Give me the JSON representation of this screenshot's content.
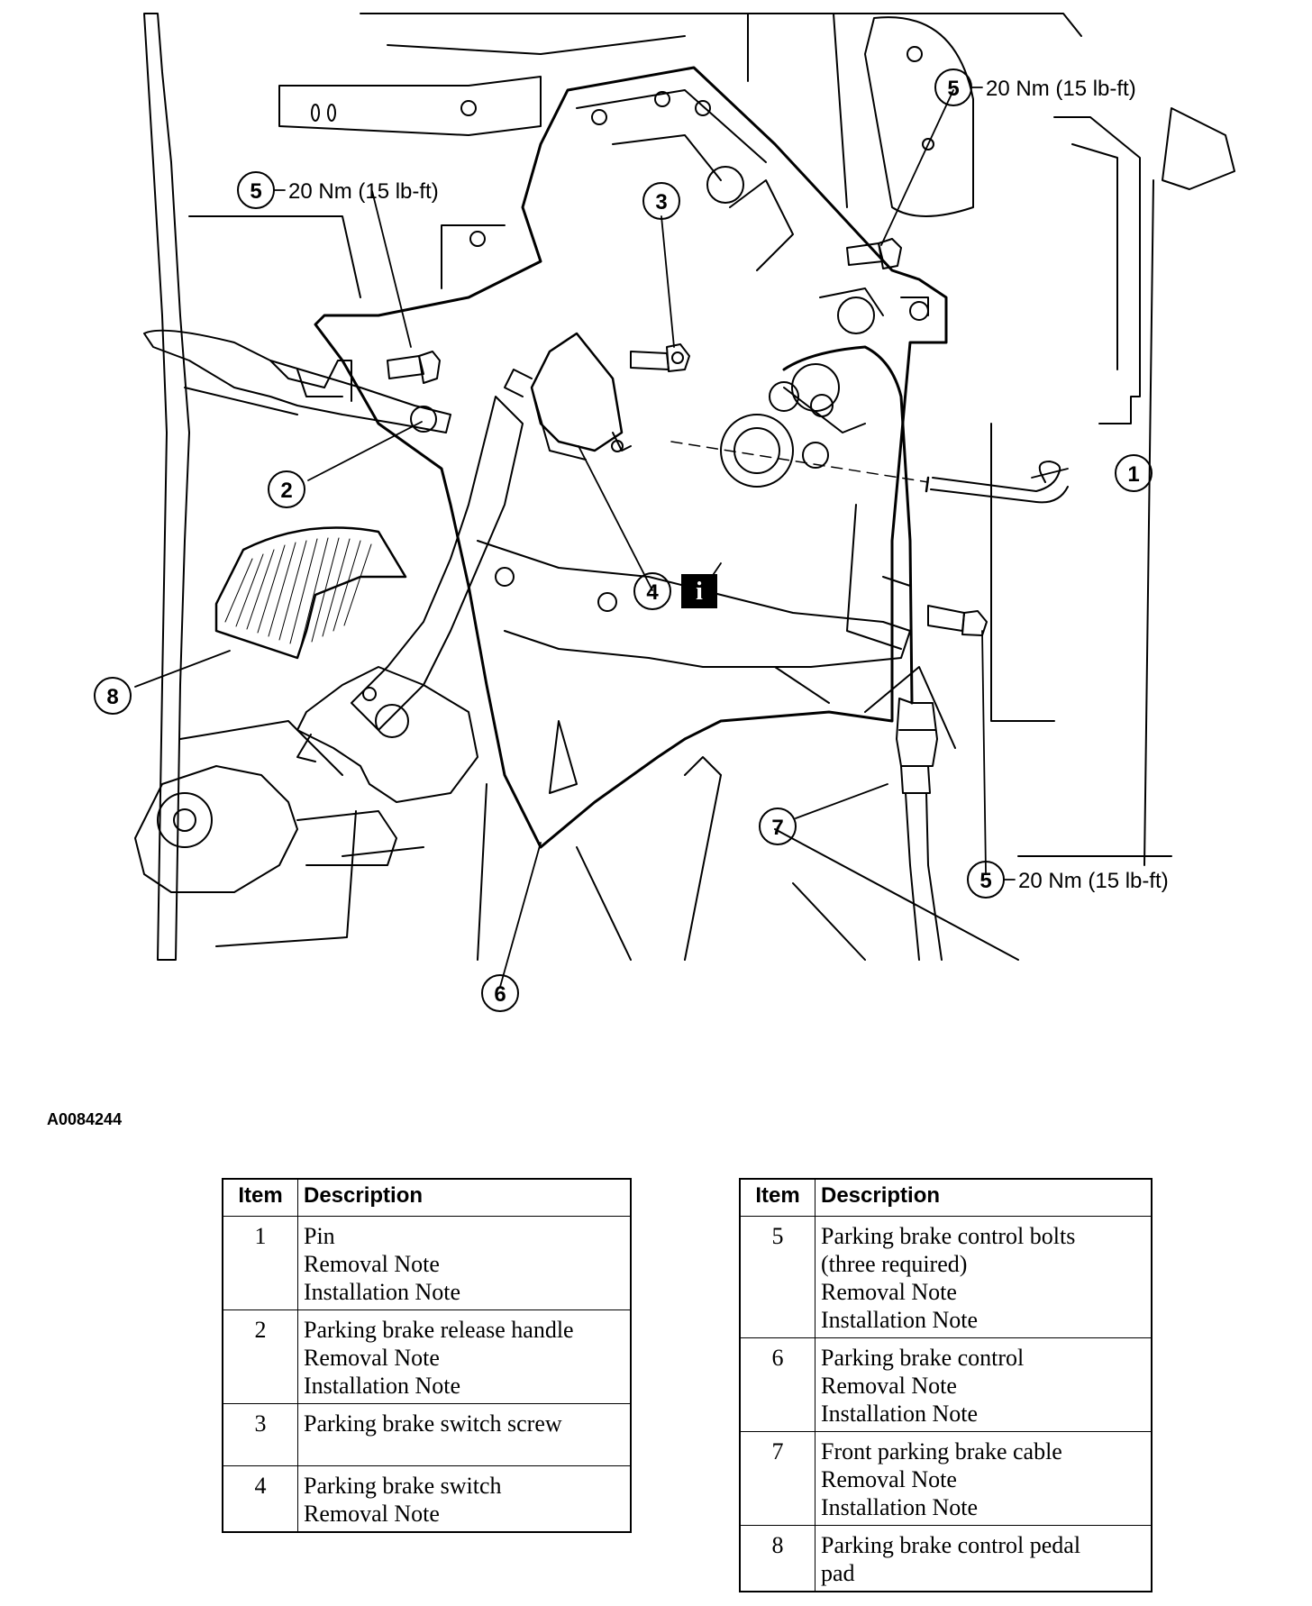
{
  "diagram": {
    "callouts": {
      "pin": "1",
      "release_handle": "2",
      "switch_screw": "3",
      "switch": "4",
      "bolts": "5",
      "control": "6",
      "cable": "7",
      "pedal_pad": "8"
    },
    "torque_spec": "20 Nm (15 lb-ft)",
    "info_icon_glyph": "i",
    "figure_id": "A0084244"
  },
  "tables": {
    "header_item": "Item",
    "header_description": "Description",
    "left": [
      {
        "item": "1",
        "lines": [
          "Pin",
          "Removal Note",
          "Installation Note"
        ]
      },
      {
        "item": "2",
        "lines": [
          "Parking brake release handle",
          "Removal Note",
          "Installation Note"
        ]
      },
      {
        "item": "3",
        "lines": [
          "Parking brake switch screw",
          ""
        ]
      },
      {
        "item": "4",
        "lines": [
          "Parking brake switch",
          "Removal Note"
        ]
      }
    ],
    "right": [
      {
        "item": "5",
        "lines": [
          "Parking brake control bolts",
          "(three required)",
          "Removal Note",
          "Installation Note"
        ]
      },
      {
        "item": "6",
        "lines": [
          "Parking brake control",
          "Removal Note",
          "Installation Note"
        ]
      },
      {
        "item": "7",
        "lines": [
          "Front parking brake cable",
          "Removal Note",
          "Installation Note"
        ]
      },
      {
        "item": "8",
        "lines": [
          "Parking brake control pedal",
          "pad"
        ]
      }
    ]
  }
}
